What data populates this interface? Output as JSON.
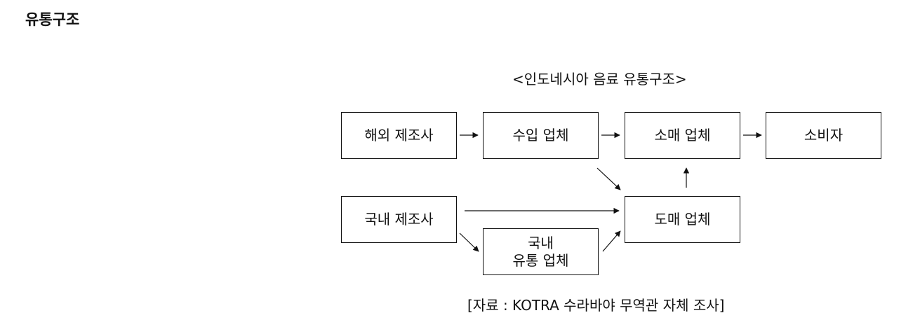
{
  "section_title": "유통구조",
  "diagram": {
    "title": "<인도네시아 음료 유통구조>",
    "nodes": {
      "overseas_manufacturer": "해외 제조사",
      "importer": "수입 업체",
      "retailer": "소매 업체",
      "consumer": "소비자",
      "domestic_manufacturer": "국내 제조사",
      "wholesaler": "도매 업체",
      "domestic_distributor": "국내\n유통 업체"
    },
    "flows": [
      [
        "overseas_manufacturer",
        "importer"
      ],
      [
        "importer",
        "retailer"
      ],
      [
        "retailer",
        "consumer"
      ],
      [
        "importer",
        "wholesaler"
      ],
      [
        "wholesaler",
        "retailer"
      ],
      [
        "domestic_manufacturer",
        "wholesaler"
      ],
      [
        "domestic_manufacturer",
        "domestic_distributor"
      ],
      [
        "domestic_distributor",
        "wholesaler"
      ]
    ],
    "source": "[자료 : KOTRA 수라바야 무역관 자체 조사]"
  }
}
